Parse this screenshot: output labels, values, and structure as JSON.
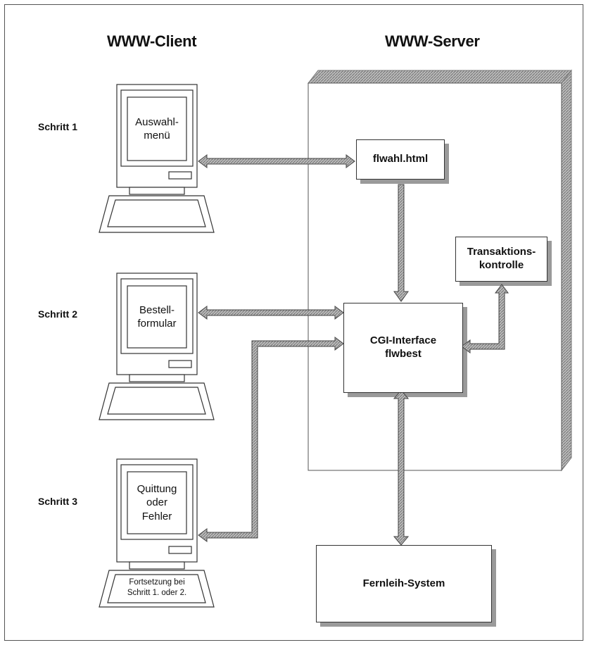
{
  "headers": {
    "client": "WWW-Client",
    "server": "WWW-Server"
  },
  "steps": [
    {
      "label": "Schritt 1",
      "screen": "Auswahl-\nmenü"
    },
    {
      "label": "Schritt 2",
      "screen": "Bestell-\nformular"
    },
    {
      "label": "Schritt 3",
      "screen": "Quittung\noder\nFehler",
      "keyboard_note": "Fortsetzung bei\nSchritt 1. oder 2."
    }
  ],
  "server_boxes": {
    "flwahl": "flwahl.html",
    "cgi": "CGI-Interface\nflwbest",
    "transaktion": "Transaktions-\nkontrolle"
  },
  "external_box": "Fernleih-System"
}
